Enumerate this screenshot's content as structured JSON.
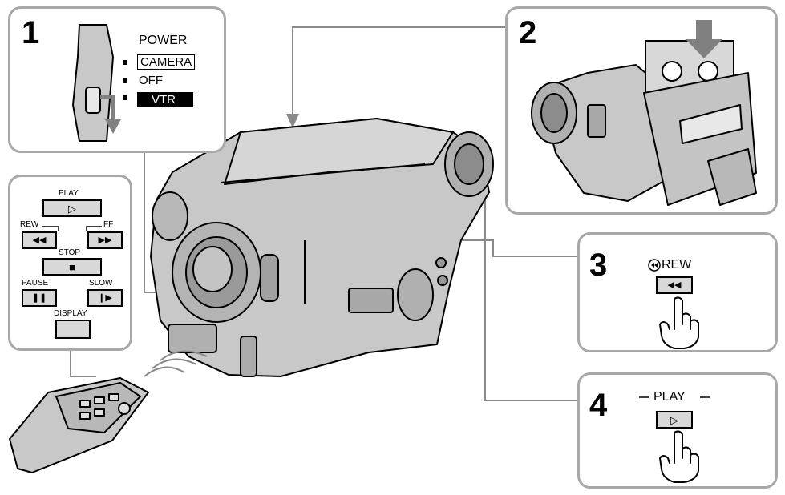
{
  "steps": {
    "step1": {
      "number": "1",
      "power_label": "POWER",
      "options": [
        "CAMERA",
        "OFF",
        "VTR"
      ],
      "selected": "VTR"
    },
    "step2": {
      "number": "2"
    },
    "step3": {
      "number": "3",
      "button_label": "REW",
      "button_symbol": "◀◀"
    },
    "step4": {
      "number": "4",
      "button_label": "PLAY",
      "button_symbol": "▷"
    }
  },
  "remote_panel": {
    "play_label": "PLAY",
    "play_symbol": "▷",
    "rew_label": "REW",
    "rew_symbol": "◀◀",
    "ff_label": "FF",
    "ff_symbol": "▶▶",
    "stop_label": "STOP",
    "stop_symbol": "■",
    "pause_label": "PAUSE",
    "pause_symbol": "❚❚",
    "slow_label": "SLOW",
    "slow_symbol": "❙▶",
    "display_label": "DISPLAY"
  },
  "colors": {
    "panel_border": "#a8a8a8",
    "device_body": "#c8c8c8",
    "line": "#000000"
  }
}
